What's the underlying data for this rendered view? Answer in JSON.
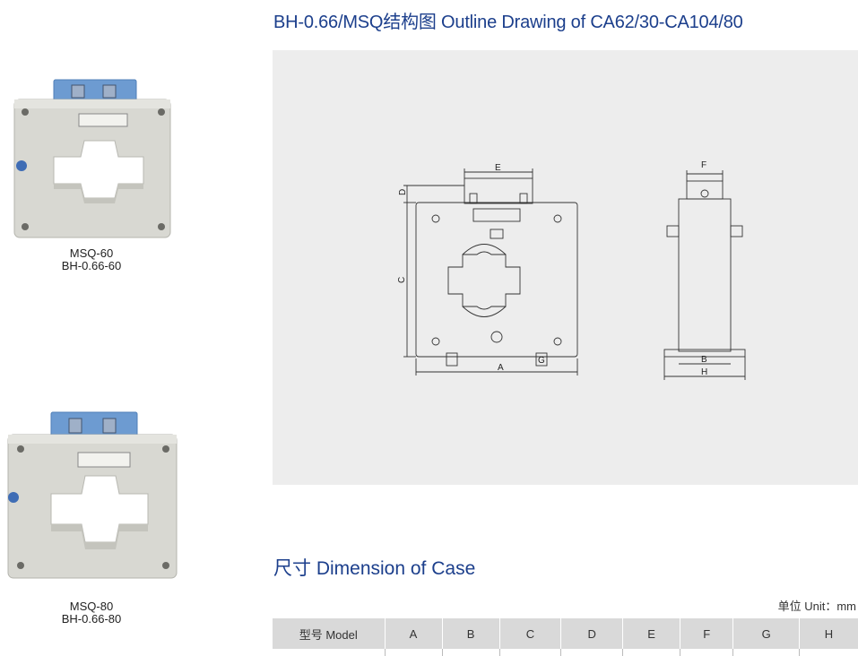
{
  "page": {
    "title": "BH-0.66/MSQ结构图 Outline Drawing of CA62/30-CA104/80",
    "section_title": "尺寸 Dimension of Case",
    "unit_label": "单位 Unit：mm"
  },
  "products": [
    {
      "model": "MSQ-60",
      "code": "BH-0.66-60"
    },
    {
      "model": "MSQ-80",
      "code": "BH-0.66-80"
    }
  ],
  "drawing": {
    "labels": {
      "a": "A",
      "b": "B",
      "c": "C",
      "d": "D",
      "e": "E",
      "f": "F",
      "g": "G",
      "h": "H"
    }
  },
  "table": {
    "headers": [
      "型号 Model",
      "A",
      "B",
      "C",
      "D",
      "E",
      "F",
      "G",
      "H"
    ]
  },
  "colors": {
    "title": "#1c3f8c",
    "panel": "#ededed",
    "header_bg": "#d9d9d9",
    "case_body": "#d8d8d2",
    "terminal_cover": "#6d9bd1"
  }
}
